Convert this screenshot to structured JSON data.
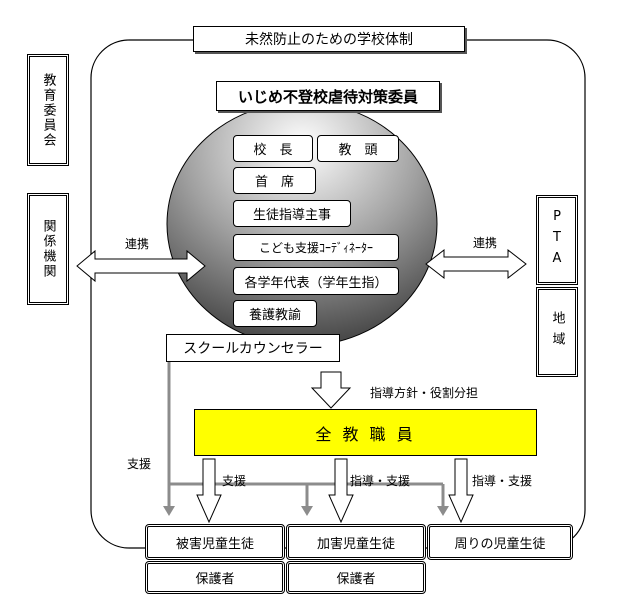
{
  "title": "未然防止のための学校体制",
  "committee": "いじめ不登校虐待対策委員",
  "members": {
    "principal": "校　長",
    "vice_principal": "教　頭",
    "head_teacher": "首　席",
    "guidance": "生徒指導主事",
    "child_support": "こども支援ｺｰﾃﾞｨﾈｰﾀｰ",
    "grade_reps": "各学年代表（学年生指）",
    "nurse": "養護教諭"
  },
  "counselor": "スクールカウンセラー",
  "left": {
    "board": "教育委員会",
    "agencies": "関係機関",
    "link": "連携"
  },
  "right": {
    "pta": "PTA",
    "community": "地域",
    "link": "連携"
  },
  "guidance_note": "指導方針・役割分担",
  "all_staff": "全 教 職 員",
  "support_labels": {
    "left_support": "支援",
    "support": "支援",
    "guide_support_1": "指導・支援",
    "guide_support_2": "指導・支援"
  },
  "bottom": {
    "victim": "被害児童生徒",
    "perpetrator": "加害児童生徒",
    "others": "周りの児童生徒",
    "guardian_1": "保護者",
    "guardian_2": "保護者"
  },
  "colors": {
    "all_staff_fill": "#ffff00"
  }
}
